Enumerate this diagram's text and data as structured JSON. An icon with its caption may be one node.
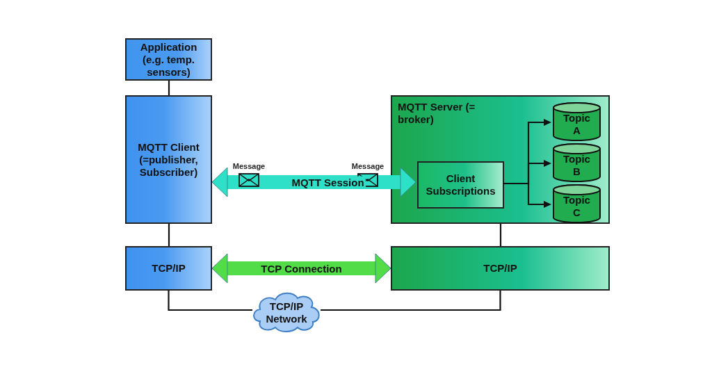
{
  "diagram": {
    "nodes": [
      {
        "text": [
          "Application (e.g. temp. sensors)"
        ]
      },
      {
        "text": [
          "MQTT Client (=publisher, Subscriber)"
        ]
      },
      {
        "text": [
          "MQTT Server (= broker)"
        ]
      },
      {
        "text": [
          "Client Subscriptions"
        ],
        "in": 2
      },
      {
        "text": [
          "Topic A"
        ],
        "in": 2
      },
      {
        "text": [
          "Topic B"
        ],
        "in": 2
      },
      {
        "text": [
          "Topic C"
        ],
        "in": 2
      },
      {
        "text": [
          "TCP/IP"
        ]
      },
      {
        "text": [
          "TCP/IP"
        ]
      },
      {
        "text": [
          "TCP/IP Network"
        ]
      }
    ],
    "edges": [
      {
        "from": 0,
        "to": 1,
        "arrow": "none"
      },
      {
        "from": 1,
        "to": 3,
        "arrow": "both",
        "label": "MQTT Session",
        "style": "thick",
        "color": "#2ee0c8"
      },
      {
        "from": 3,
        "to": 4,
        "arrow": "to"
      },
      {
        "from": 3,
        "to": 5,
        "arrow": "to"
      },
      {
        "from": 3,
        "to": 6,
        "arrow": "to"
      },
      {
        "from": 1,
        "to": 7,
        "arrow": "none"
      },
      {
        "from": 2,
        "to": 8,
        "arrow": "none"
      },
      {
        "from": 7,
        "to": 8,
        "arrow": "both",
        "label": "TCP Connection",
        "style": "thick",
        "color": "#52dc48"
      },
      {
        "from": 7,
        "to": 9,
        "arrow": "none"
      },
      {
        "from": 9,
        "to": 8,
        "arrow": "none"
      }
    ],
    "labels": [
      "Message",
      "Message"
    ]
  }
}
